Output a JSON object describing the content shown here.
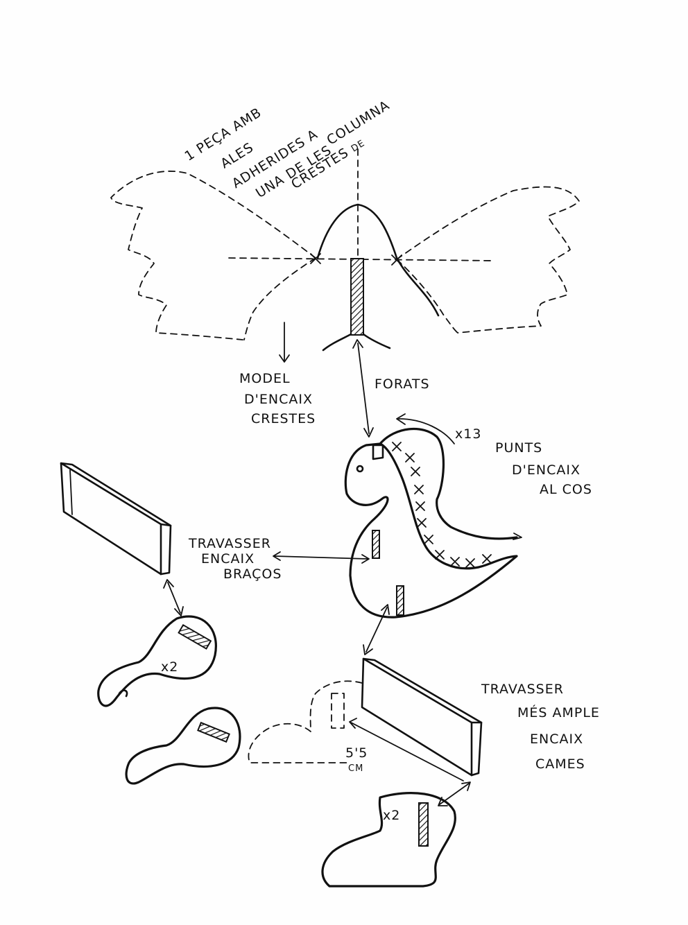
{
  "labels": {
    "title_line1": "1 PEÇA AMB",
    "title_line2": "ALES",
    "title_line3": "ADHERIDES A",
    "title_line4": "UNA DE LES",
    "title_line5": "CRESTES",
    "title_line5b": "DE",
    "title_line6": "COLUMNA",
    "model_line1": "MODEL",
    "model_line2": "D'ENCAIX",
    "model_line3": "CRESTES",
    "forats": "FORATS",
    "count_crests": "x13",
    "punts_line1": "PUNTS",
    "punts_line2": "D'ENCAIX",
    "punts_line3": "AL COS",
    "travasser_arms_line1": "TRAVASSER",
    "travasser_arms_line2": "ENCAIX",
    "travasser_arms_line3": "BRAÇOS",
    "arm_count": "x2",
    "leg_count": "x2",
    "measure_value": "5'5",
    "measure_unit": "CM",
    "travasser_legs_line1": "TRAVASSER",
    "travasser_legs_line2": "MÉS AMPLE",
    "travasser_legs_line3": "ENCAIX",
    "travasser_legs_line4": "CAMES"
  }
}
